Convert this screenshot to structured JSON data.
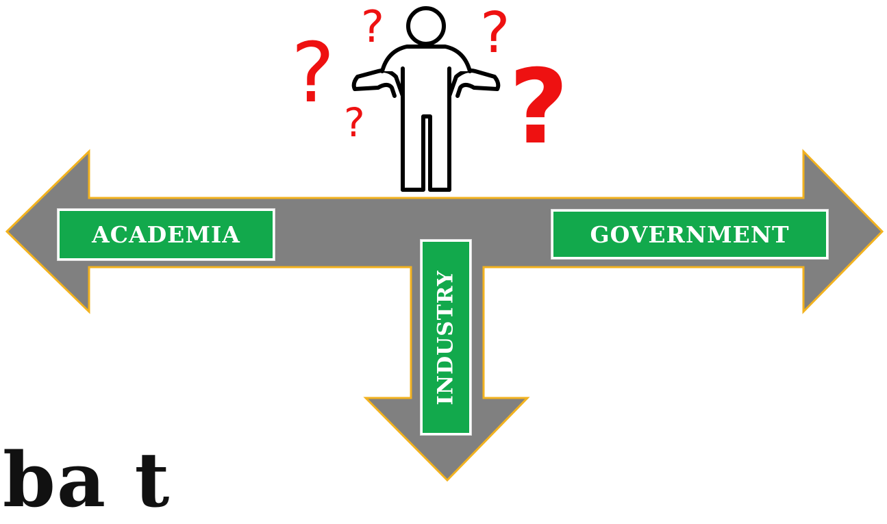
{
  "diagram": {
    "directions": {
      "left": "ACADEMIA",
      "right": "GOVERNMENT",
      "down": "INDUSTRY"
    },
    "figure": {
      "icon": "confused-person-icon",
      "question_marks": [
        "?",
        "?",
        "?",
        "?",
        "?"
      ]
    },
    "bottom_text": "ba t"
  },
  "colors": {
    "arrow_fill": "#808080",
    "arrow_stroke": "#f2b21f",
    "sign_fill": "#12a94c",
    "sign_text": "#ffffff",
    "question_mark": "#ee1111"
  }
}
